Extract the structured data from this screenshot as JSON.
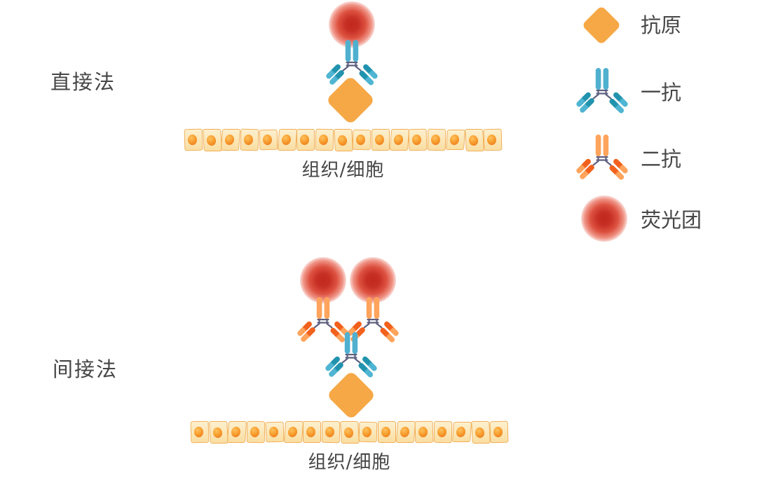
{
  "diagram": "immunofluorescence-direct-vs-indirect",
  "colors": {
    "antigen": "#F6A846",
    "primary_light": "#4FB0CF",
    "primary_dark": "#2293AE",
    "secondary_light": "#FFA45C",
    "secondary_dark": "#F2611C",
    "hinge": "#5E6080",
    "fluor_core": "#C1281E",
    "cell_border": "#F1AE54",
    "nucleus": "#E8701B",
    "text": "#464646"
  },
  "sections": {
    "direct": {
      "method_label": "直接法",
      "tissue_label": "组织/细胞"
    },
    "indirect": {
      "method_label": "间接法",
      "tissue_label": "组织/细胞"
    }
  },
  "legend": {
    "items": [
      {
        "icon": "antigen-icon",
        "label": "抗原"
      },
      {
        "icon": "primary-antibody-icon",
        "label": "一抗"
      },
      {
        "icon": "secondary-antibody-icon",
        "label": "二抗"
      },
      {
        "icon": "fluorophore-icon",
        "label": "荧光团"
      }
    ]
  }
}
